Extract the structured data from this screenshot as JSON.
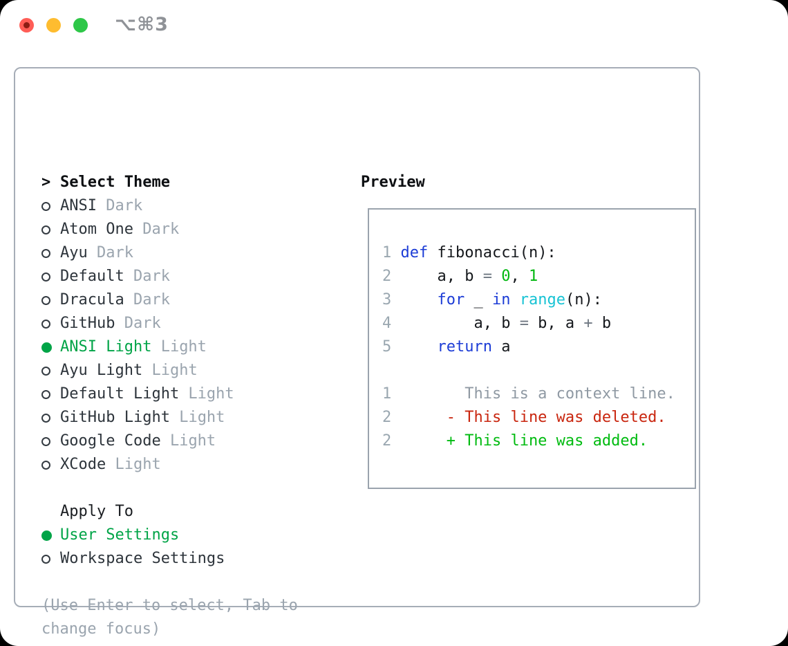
{
  "titlebar": {
    "title": "⌥⌘3"
  },
  "theme_picker": {
    "header_marker": ">",
    "header": "Select Theme",
    "themes": [
      {
        "name": "ANSI",
        "variant": "Dark",
        "selected": false
      },
      {
        "name": "Atom One",
        "variant": "Dark",
        "selected": false
      },
      {
        "name": "Ayu",
        "variant": "Dark",
        "selected": false
      },
      {
        "name": "Default",
        "variant": "Dark",
        "selected": false
      },
      {
        "name": "Dracula",
        "variant": "Dark",
        "selected": false
      },
      {
        "name": "GitHub",
        "variant": "Dark",
        "selected": false
      },
      {
        "name": "ANSI Light",
        "variant": "Light",
        "selected": true
      },
      {
        "name": "Ayu Light",
        "variant": "Light",
        "selected": false
      },
      {
        "name": "Default Light",
        "variant": "Light",
        "selected": false
      },
      {
        "name": "GitHub Light",
        "variant": "Light",
        "selected": false
      },
      {
        "name": "Google Code",
        "variant": "Light",
        "selected": false
      },
      {
        "name": "XCode",
        "variant": "Light",
        "selected": false
      }
    ],
    "apply_to": {
      "header": "Apply To",
      "options": [
        {
          "label": "User Settings",
          "selected": true
        },
        {
          "label": "Workspace Settings",
          "selected": false
        }
      ]
    },
    "hint_lines": [
      "(Use Enter to select, Tab to",
      "change focus)"
    ]
  },
  "preview": {
    "header": "Preview",
    "code_lines": [
      {
        "ln": "1",
        "tokens": [
          {
            "t": "def",
            "c": "kw"
          },
          {
            "t": " fibonacci(n):",
            "c": "pl"
          }
        ]
      },
      {
        "ln": "2",
        "tokens": [
          {
            "t": "    a, b ",
            "c": "pl"
          },
          {
            "t": "=",
            "c": "op"
          },
          {
            "t": " ",
            "c": "pl"
          },
          {
            "t": "0",
            "c": "num"
          },
          {
            "t": ", ",
            "c": "pl"
          },
          {
            "t": "1",
            "c": "num"
          }
        ]
      },
      {
        "ln": "3",
        "tokens": [
          {
            "t": "    ",
            "c": "pl"
          },
          {
            "t": "for",
            "c": "kw"
          },
          {
            "t": " _ ",
            "c": "pl"
          },
          {
            "t": "in",
            "c": "kw"
          },
          {
            "t": " ",
            "c": "pl"
          },
          {
            "t": "range",
            "c": "fn"
          },
          {
            "t": "(n):",
            "c": "pl"
          }
        ]
      },
      {
        "ln": "4",
        "tokens": [
          {
            "t": "        a, b ",
            "c": "pl"
          },
          {
            "t": "=",
            "c": "op"
          },
          {
            "t": " b, a ",
            "c": "pl"
          },
          {
            "t": "+",
            "c": "op"
          },
          {
            "t": " b",
            "c": "pl"
          }
        ]
      },
      {
        "ln": "5",
        "tokens": [
          {
            "t": "    ",
            "c": "pl"
          },
          {
            "t": "return",
            "c": "kw"
          },
          {
            "t": " a",
            "c": "pl"
          }
        ]
      }
    ],
    "diff_lines": [
      {
        "ln": "1",
        "tokens": [
          {
            "t": "       This is a context line.",
            "c": "ctx"
          }
        ]
      },
      {
        "ln": "2",
        "tokens": [
          {
            "t": "     ",
            "c": "pl"
          },
          {
            "t": "- This line was deleted.",
            "c": "del"
          }
        ]
      },
      {
        "ln": "2",
        "tokens": [
          {
            "t": "     ",
            "c": "pl"
          },
          {
            "t": "+ This line was added.",
            "c": "add"
          }
        ]
      }
    ]
  },
  "colors": {
    "selected_green": "#00a447",
    "keyword_blue": "#1c3cd6",
    "builtin_cyan": "#17c3d4",
    "number_green": "#00b70f",
    "operator_gray": "#6e7781",
    "plain_text": "#15181c",
    "line_number_gray": "#9aa7b0",
    "context_gray": "#8f99a3",
    "deleted_red": "#c9260f",
    "added_green": "#00bb10",
    "muted_gray": "#9aa4ae",
    "traffic_red": "#ff5d56",
    "traffic_yellow": "#febc2f",
    "traffic_green": "#2ec748"
  }
}
